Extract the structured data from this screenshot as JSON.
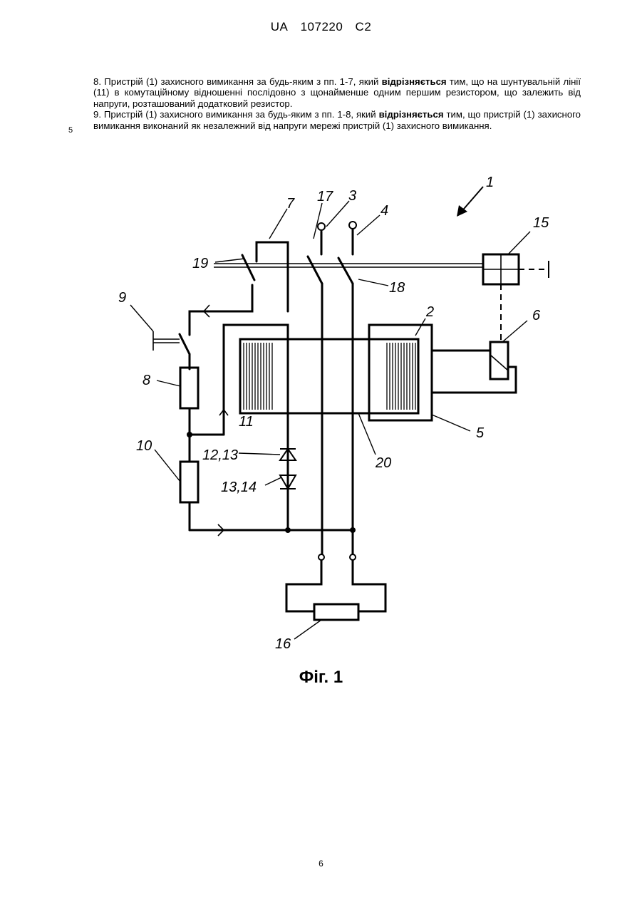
{
  "header": {
    "country": "UA",
    "number": "107220",
    "kind": "C2"
  },
  "claims": [
    {
      "pre": "8. Пристрій (1) захисного вимикання за будь-яким з пп. 1-7, який ",
      "bold": "відрізняється",
      "post": " тим, що на шунтувальній лінії (11) в комутаційному відношенні послідовно з щонайменше одним першим резистором, що залежить від напруги, розташований додатковий резистор."
    },
    {
      "pre": "9. Пристрій (1) захисного вимикання за будь-яким з пп. 1-8, який ",
      "bold": "відрізняється",
      "post": " тим, що пристрій (1) захисного вимикання виконаний як незалежний від напруги мережі пристрій (1) захисного вимикання."
    }
  ],
  "line_number": "5",
  "figure": {
    "caption": "Фіг. 1",
    "labels": {
      "l1": "1",
      "l2": "2",
      "l3": "3",
      "l4": "4",
      "l5": "5",
      "l6": "6",
      "l7": "7",
      "l8": "8",
      "l9": "9",
      "l10": "10",
      "l11": "11",
      "l12_13": "12,13",
      "l13_14": "13,14",
      "l15": "15",
      "l16": "16",
      "l17": "17",
      "l18": "18",
      "l19": "19",
      "l20": "20"
    }
  },
  "page_number": "6"
}
